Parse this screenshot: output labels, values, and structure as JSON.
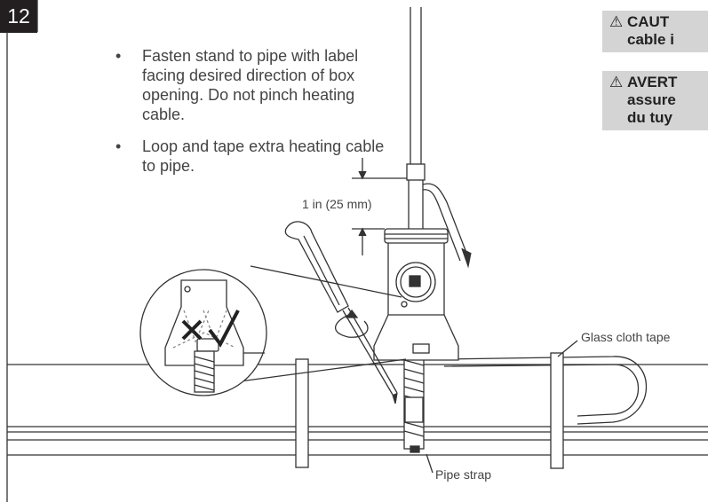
{
  "step": {
    "number": "12"
  },
  "instructions": [
    "Fasten stand to pipe with label facing desired direction of box opening. Do not pinch heating cable.",
    "Loop and tape extra heating cable to pipe."
  ],
  "notes": [
    {
      "line1": "CAUT",
      "line2": "cable i"
    },
    {
      "line1": "AVERT",
      "line2": "assure",
      "line3": "du tuy"
    }
  ],
  "labels": {
    "dimension": "1 in (25 mm)",
    "glass_cloth_tape": "Glass cloth tape",
    "pipe_strap": "Pipe strap"
  },
  "icons": {
    "warning": "warning-triangle-icon",
    "correct": "checkmark-icon",
    "incorrect": "x-mark-icon"
  }
}
